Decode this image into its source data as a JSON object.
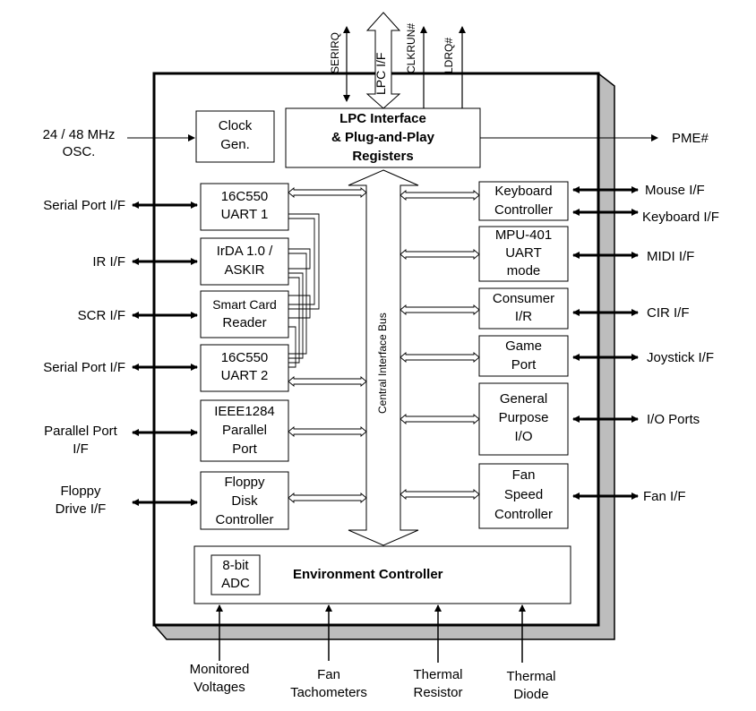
{
  "top_signals": {
    "serirq": "SERIRQ",
    "lpc_if": "LPC I/F",
    "clkrun": "CLKRUN#",
    "ldrq": "LDRQ#"
  },
  "osc": {
    "line1": "24 / 48 MHz",
    "line2": "OSC."
  },
  "pme": "PME#",
  "blocks": {
    "clock_gen": [
      "Clock",
      "Gen."
    ],
    "lpc": [
      "LPC Interface",
      "& Plug-and-Play",
      "Registers"
    ],
    "uart1": [
      "16C550",
      "UART 1"
    ],
    "irda": [
      "IrDA 1.0 /",
      "ASKIR"
    ],
    "smart_card": [
      "Smart Card",
      "Reader"
    ],
    "uart2": [
      "16C550",
      "UART 2"
    ],
    "parallel": [
      "IEEE1284",
      "Parallel",
      "Port"
    ],
    "floppy": [
      "Floppy",
      "Disk",
      "Controller"
    ],
    "keyboard": [
      "Keyboard",
      "Controller"
    ],
    "mpu": [
      "MPU-401",
      "UART",
      "mode"
    ],
    "consumer_ir": [
      "Consumer",
      "I/R"
    ],
    "game_port": [
      "Game",
      "Port"
    ],
    "gpio": [
      "General",
      "Purpose",
      "I/O"
    ],
    "fan": [
      "Fan",
      "Speed",
      "Controller"
    ],
    "adc": [
      "8-bit",
      "ADC"
    ],
    "env": "Environment Controller"
  },
  "bus_label": "Central Interface Bus",
  "left_ifs": {
    "serial1": "Serial Port I/F",
    "ir": "IR I/F",
    "scr": "SCR I/F",
    "serial2": "Serial Port I/F",
    "parallel": [
      "Parallel Port",
      "I/F"
    ],
    "floppy": [
      "Floppy",
      "Drive I/F"
    ]
  },
  "right_ifs": {
    "mouse": "Mouse I/F",
    "keyboard": "Keyboard I/F",
    "midi": "MIDI I/F",
    "cir": "CIR I/F",
    "joystick": "Joystick I/F",
    "io_ports": "I/O Ports",
    "fan": "Fan I/F"
  },
  "bottom_inputs": {
    "voltages": [
      "Monitored",
      "Voltages"
    ],
    "tach": [
      "Fan",
      "Tachometers"
    ],
    "thermal_res": [
      "Thermal",
      "Resistor"
    ],
    "thermal_diode": [
      "Thermal",
      "Diode"
    ]
  }
}
